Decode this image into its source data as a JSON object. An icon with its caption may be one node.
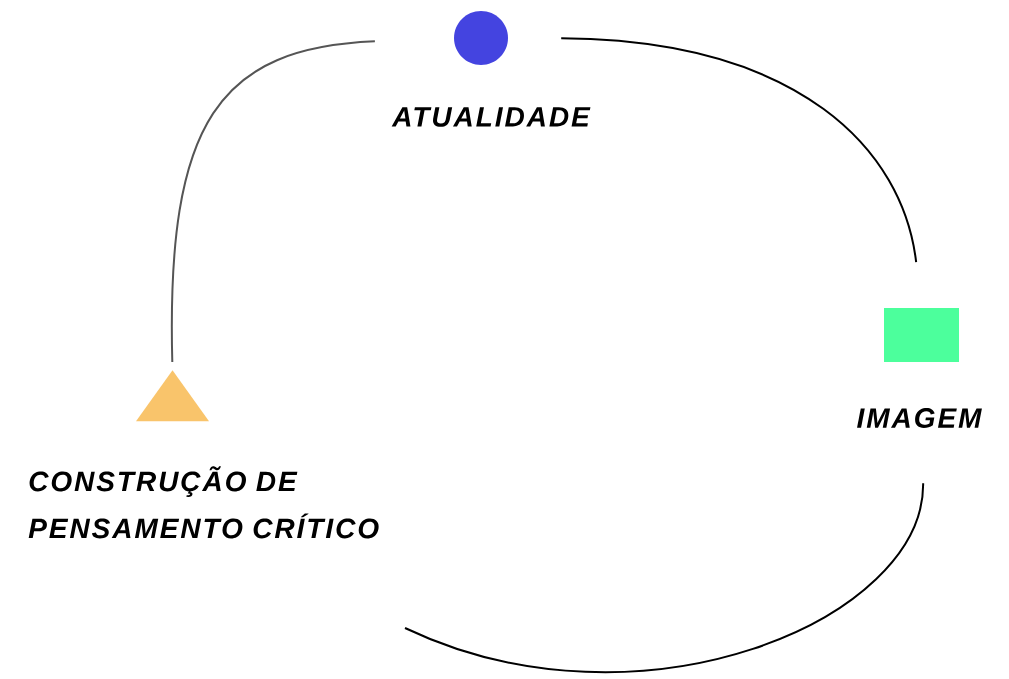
{
  "diagram": {
    "nodes": [
      {
        "text": [
          "ATUALIDADE"
        ]
      },
      {
        "text": [
          "IMAGEM"
        ]
      },
      {
        "text": [
          "CONSTRUÇÃO DE PENSAMENTO CRÍTICO"
        ]
      }
    ],
    "edges": [
      {
        "from": 2,
        "to": 0,
        "arrow": "none",
        "color": "#555555"
      },
      {
        "from": 0,
        "to": 1,
        "arrow": "none"
      },
      {
        "from": 1,
        "to": null,
        "arrow": "none"
      }
    ]
  }
}
